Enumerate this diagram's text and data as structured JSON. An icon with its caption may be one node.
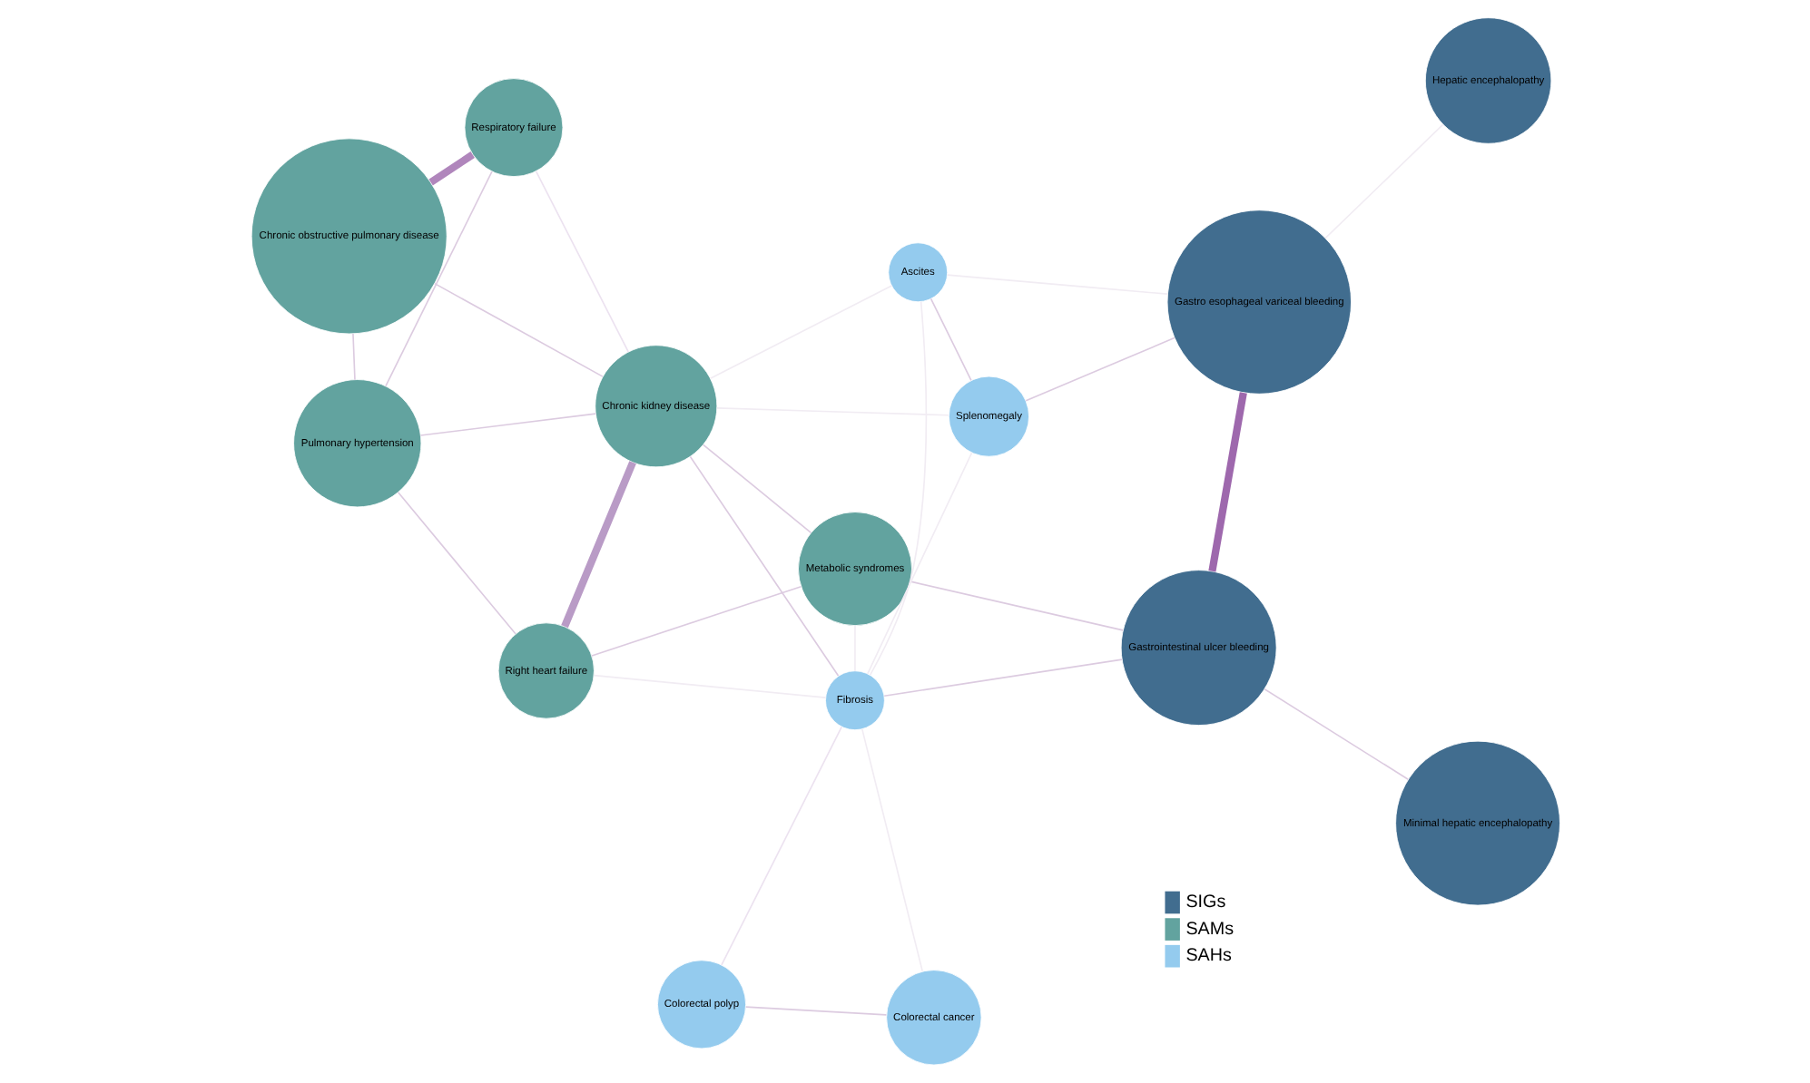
{
  "diagram": {
    "nodes": [
      {
        "text": [
          "Pulmonary hypertension"
        ]
      },
      {
        "text": [
          "Respiratory failure"
        ]
      },
      {
        "text": [
          "Right heart failure"
        ]
      },
      {
        "text": [
          "Chronic kidney disease"
        ]
      },
      {
        "text": [
          "Chronic obstructive pulmonary disease"
        ]
      },
      {
        "text": [
          "Ascites"
        ]
      },
      {
        "text": [
          "Colorectal polyp"
        ]
      },
      {
        "text": [
          "Metabolic syndromes"
        ]
      },
      {
        "text": [
          "Fibrosis"
        ]
      },
      {
        "text": [
          "Splenomegaly"
        ]
      },
      {
        "text": [
          "Colorectal cancer"
        ]
      },
      {
        "text": [
          "Gastrointestinal ulcer bleeding"
        ]
      },
      {
        "text": [
          "Minimal hepatic encephalopathy"
        ]
      },
      {
        "text": [
          "Hepatic encephalopathy"
        ]
      },
      {
        "text": [
          "Gastro esophageal variceal bleeding"
        ]
      }
    ],
    "edges": [
      {
        "from": 0,
        "to": 2,
        "arrow": "none"
      },
      {
        "from": 0,
        "to": 1,
        "arrow": "none"
      },
      {
        "from": 0,
        "to": 3,
        "arrow": "none"
      },
      {
        "from": 0,
        "to": 4,
        "arrow": "none"
      },
      {
        "from": 2,
        "to": 3,
        "arrow": "none",
        "style": "thick",
        "color": "#b99bc6"
      },
      {
        "from": 1,
        "to": 4,
        "arrow": "none",
        "style": "thick",
        "color": "#b086bc"
      },
      {
        "from": 3,
        "to": 4,
        "arrow": "none"
      },
      {
        "from": 3,
        "to": 1,
        "arrow": "none",
        "color": "#ece2f0"
      },
      {
        "from": 2,
        "to": 7,
        "arrow": "none"
      },
      {
        "from": 3,
        "to": 7,
        "arrow": "none"
      },
      {
        "from": 3,
        "to": 8,
        "arrow": "none"
      },
      {
        "from": 3,
        "to": 5,
        "arrow": "none",
        "color": "#f1ecf3"
      },
      {
        "from": 3,
        "to": 9,
        "arrow": "none",
        "color": "#f1ecf3"
      },
      {
        "from": 2,
        "to": 8,
        "arrow": "none",
        "color": "#f1ecf3"
      },
      {
        "from": 5,
        "to": 9,
        "arrow": "none"
      },
      {
        "from": 5,
        "to": 8,
        "arrow": "none",
        "color": "#f1ecf3"
      },
      {
        "from": 5,
        "to": 14,
        "arrow": "none",
        "color": "#f1ecf3"
      },
      {
        "from": 7,
        "to": 8,
        "arrow": "none",
        "color": "#f1ecf3"
      },
      {
        "from": 7,
        "to": 11,
        "arrow": "none"
      },
      {
        "from": 9,
        "to": 8,
        "arrow": "none",
        "color": "#f1ecf3"
      },
      {
        "from": 9,
        "to": 14,
        "arrow": "none"
      },
      {
        "from": 8,
        "to": 11,
        "arrow": "none"
      },
      {
        "from": 8,
        "to": 6,
        "arrow": "none",
        "color": "#ece2f0"
      },
      {
        "from": 8,
        "to": 10,
        "arrow": "none",
        "color": "#f1ecf3"
      },
      {
        "from": 6,
        "to": 10,
        "arrow": "none"
      },
      {
        "from": 11,
        "to": 12,
        "arrow": "none"
      },
      {
        "from": 11,
        "to": 14,
        "arrow": "none",
        "style": "thick",
        "color": "#9e68ad"
      },
      {
        "from": 14,
        "to": 13,
        "arrow": "none",
        "color": "#f1ecf3"
      }
    ],
    "legend": [
      {
        "text": "SIGs",
        "color": "#416d8f"
      },
      {
        "text": "SAMs",
        "color": "#62a39f"
      },
      {
        "text": "SAHs",
        "color": "#94cbee"
      }
    ]
  }
}
